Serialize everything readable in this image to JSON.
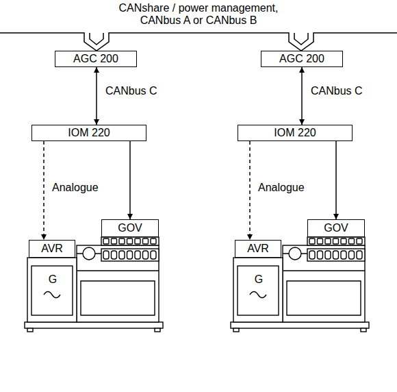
{
  "diagram": {
    "nodes": [
      {
        "text": [
          "AGC 200"
        ]
      },
      {
        "text": [
          "AGC 200"
        ]
      },
      {
        "text": [
          "IOM 220"
        ]
      },
      {
        "text": [
          "IOM 220"
        ]
      },
      {
        "text": [
          "AVR"
        ]
      },
      {
        "text": [
          "GOV"
        ]
      },
      {
        "text": [
          "AVR"
        ]
      },
      {
        "text": [
          "GOV"
        ]
      }
    ],
    "edges": [
      {
        "from": 0,
        "to": 2,
        "label": "CANbus C",
        "arrow": "both"
      },
      {
        "from": 1,
        "to": 3,
        "label": "CANbus C",
        "arrow": "both"
      },
      {
        "from": 2,
        "to": 4,
        "label": "Analogue",
        "arrow": "to"
      },
      {
        "from": 2,
        "to": 5,
        "arrow": "to"
      },
      {
        "from": 3,
        "to": 6,
        "label": "Analogue",
        "arrow": "to"
      },
      {
        "from": 3,
        "to": 7,
        "arrow": "to"
      }
    ],
    "labels": [
      "CANshare / power management, CANbus A or CANbus B",
      "G",
      "G"
    ]
  }
}
